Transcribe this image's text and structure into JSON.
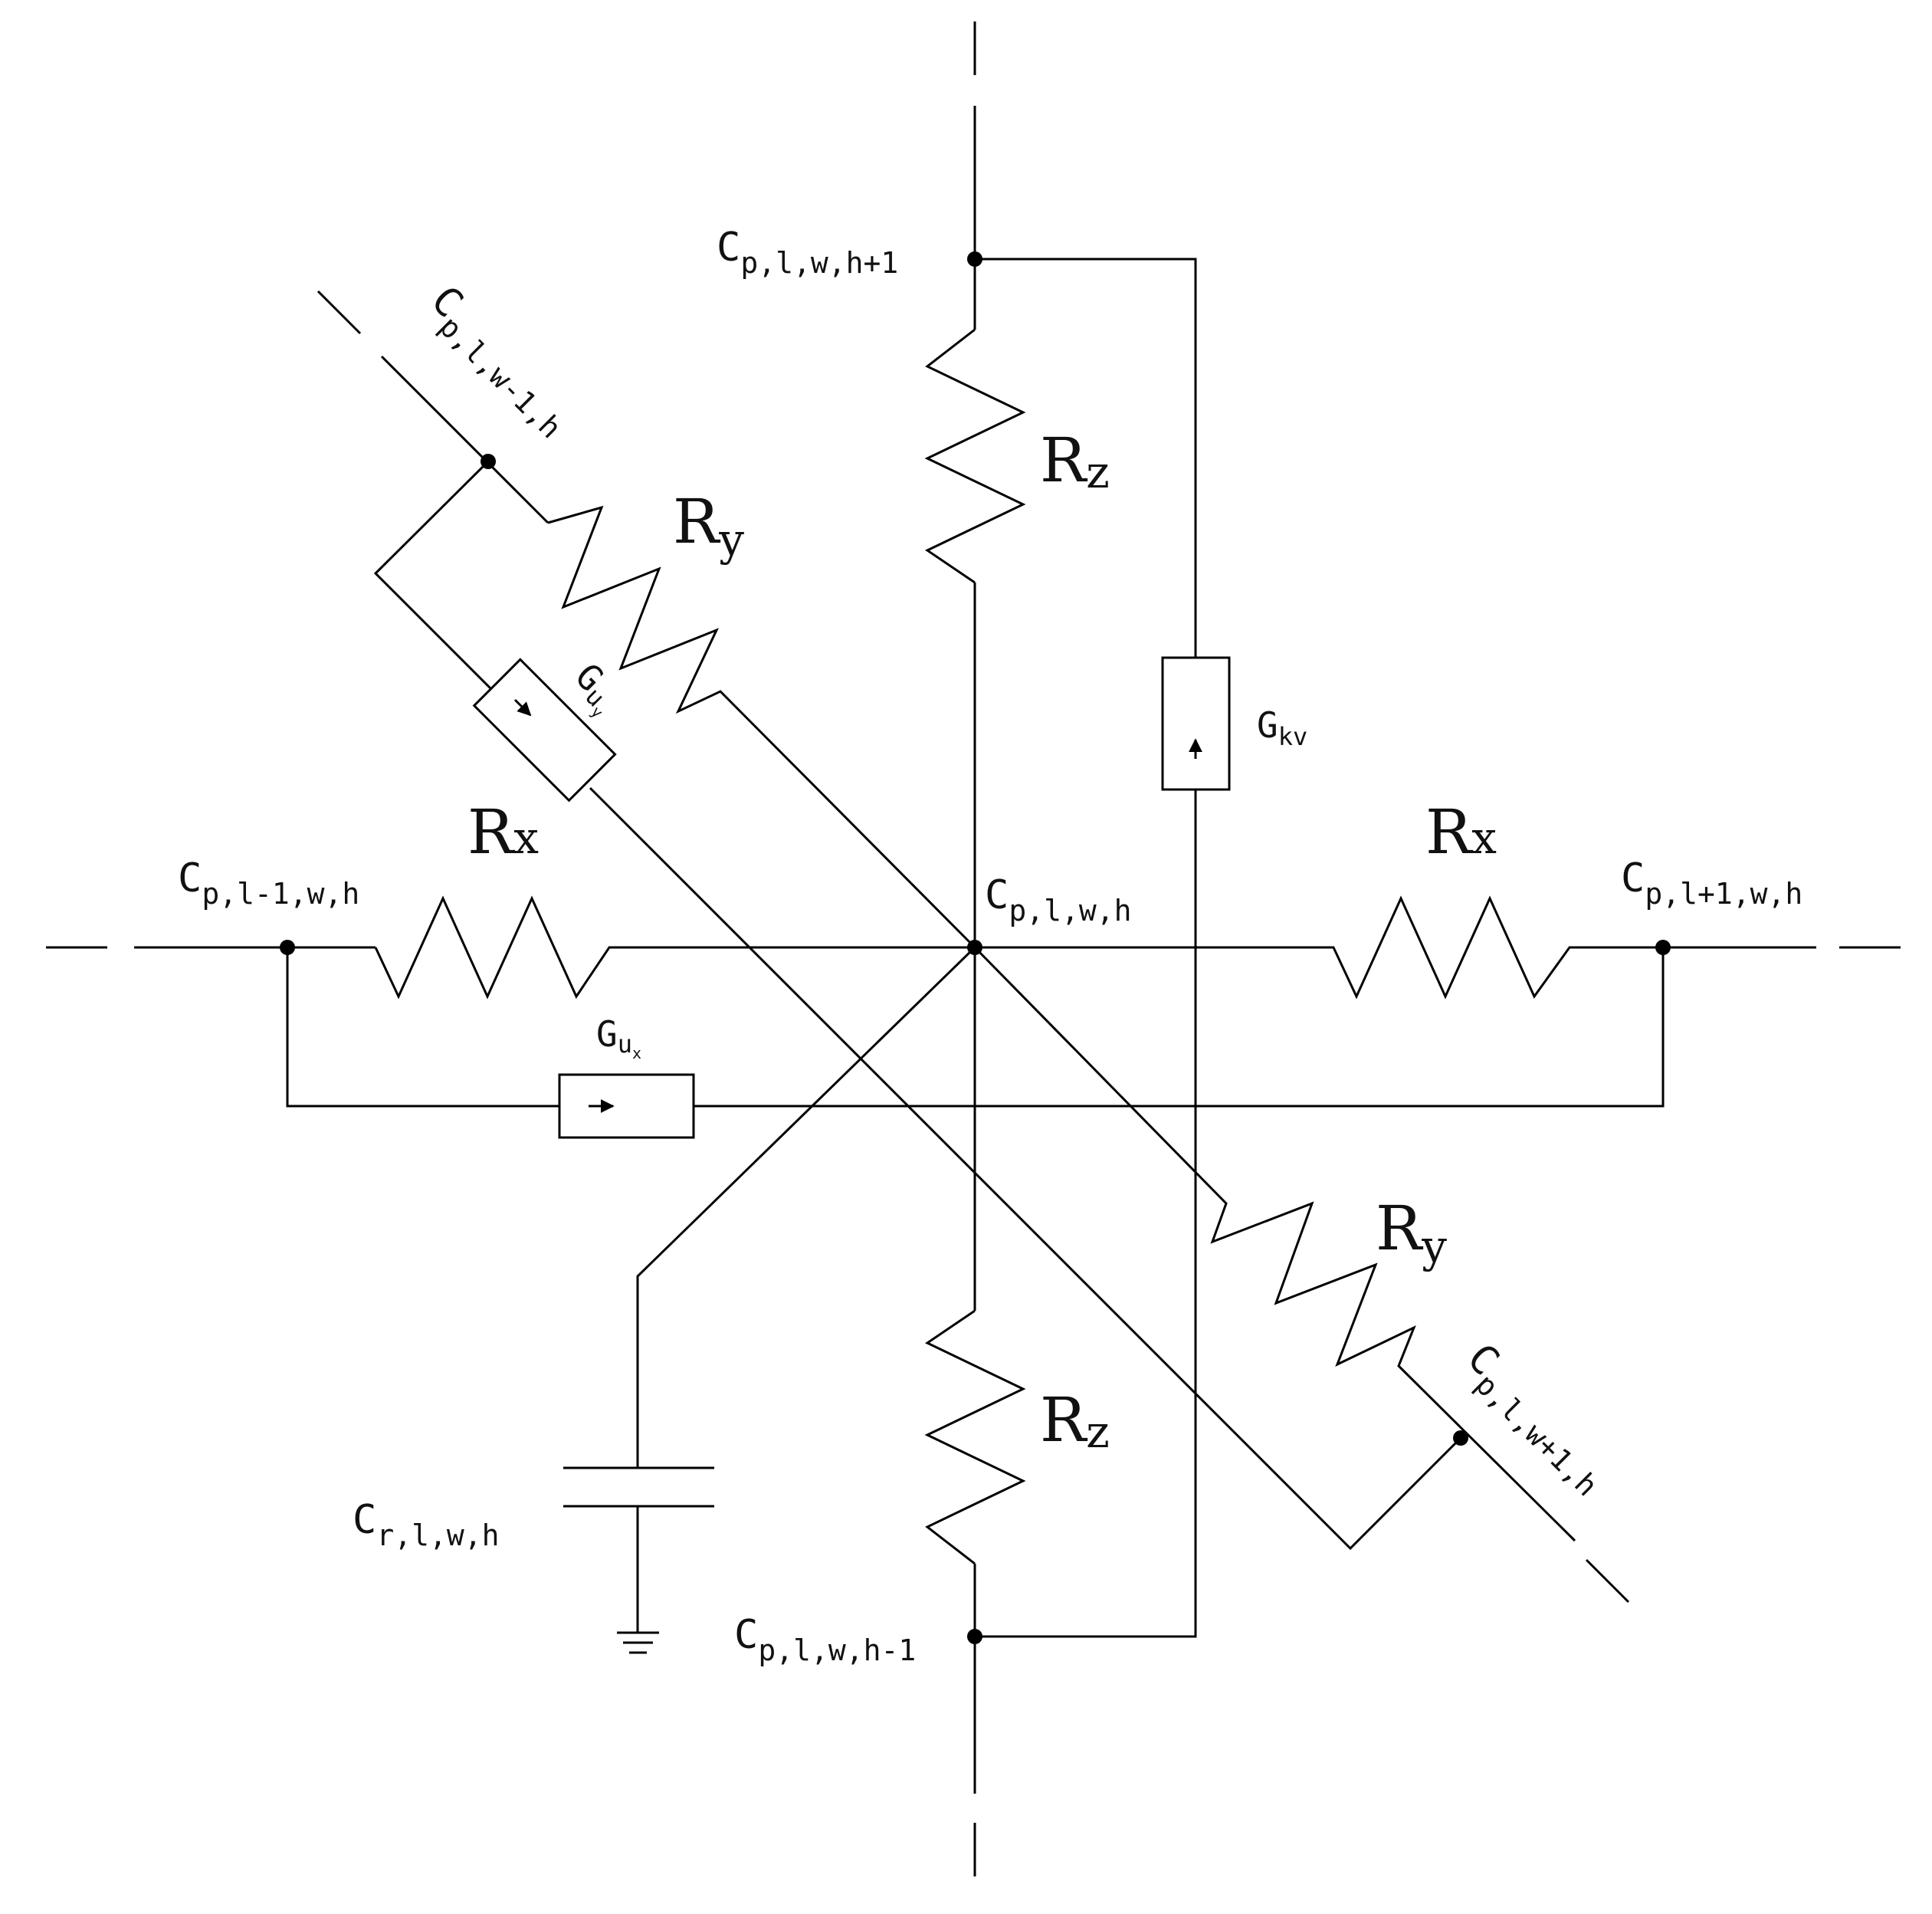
{
  "nodes": {
    "center": {
      "base": "C",
      "sub": "p,l,w,h"
    },
    "top": {
      "base": "C",
      "sub": "p,l,w,h+1"
    },
    "bottom": {
      "base": "C",
      "sub": "p,l,w,h-1"
    },
    "left": {
      "base": "C",
      "sub": "p,l-1,w,h"
    },
    "right": {
      "base": "C",
      "sub": "p,l+1,w,h"
    },
    "upper_left": {
      "base": "C",
      "sub": "p,l,w-1,h"
    },
    "lower_right": {
      "base": "C",
      "sub": "p,l,w+1,h"
    },
    "capacitor": {
      "base": "C",
      "sub": "r,l,w,h"
    }
  },
  "components": {
    "rx_left": {
      "base": "R",
      "sub": "x"
    },
    "rx_right": {
      "base": "R",
      "sub": "x"
    },
    "ry_upper": {
      "base": "R",
      "sub": "y"
    },
    "ry_lower": {
      "base": "R",
      "sub": "y"
    },
    "rz_upper": {
      "base": "R",
      "sub": "z"
    },
    "rz_lower": {
      "base": "R",
      "sub": "z"
    },
    "g_ux": {
      "base": "G",
      "sub": "u",
      "subsub": "x"
    },
    "g_uy": {
      "base": "G",
      "sub": "u",
      "subsub": "y"
    },
    "g_kv": {
      "base": "G",
      "sub": "kv"
    }
  },
  "colors": {
    "line": "#000000",
    "background": "#ffffff"
  }
}
